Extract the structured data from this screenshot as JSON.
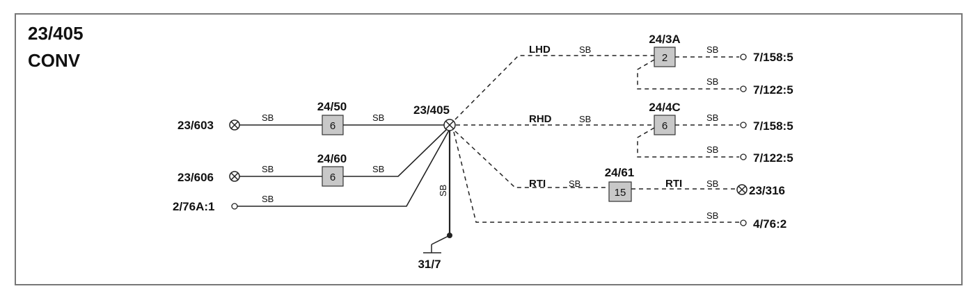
{
  "title": {
    "line1": "23/405",
    "line2": "CONV"
  },
  "wire_code": "SB",
  "modes": {
    "lhd": "LHD",
    "rhd": "RHD",
    "rti": "RTI",
    "rti_out": "RTI"
  },
  "sources": {
    "s1": "23/603",
    "s2": "23/606",
    "s3": "2/76A:1"
  },
  "hub": "23/405",
  "ground": "31/7",
  "fuses": {
    "f1": {
      "id": "24/50",
      "value": "6"
    },
    "f2": {
      "id": "24/60",
      "value": "6"
    },
    "f3": {
      "id": "24/3A",
      "value": "2"
    },
    "f4": {
      "id": "24/4C",
      "value": "6"
    },
    "f5": {
      "id": "24/61",
      "value": "15"
    }
  },
  "outputs": {
    "o1": "7/158:5",
    "o2": "7/122:5",
    "o3": "7/158:5",
    "o4": "7/122:5",
    "o5": "23/316",
    "o6": "4/76:2"
  }
}
